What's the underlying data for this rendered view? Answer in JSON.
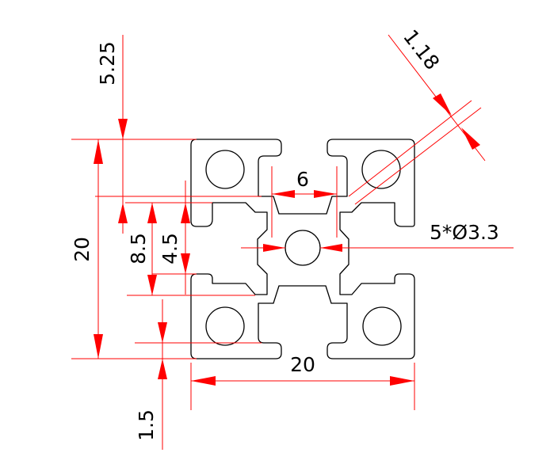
{
  "drawing": {
    "type": "aluminum extrusion profile 2020",
    "colors": {
      "dimension": "#ff0000",
      "profile": "#000000",
      "background": "#ffffff"
    },
    "dimensions": {
      "width": "20",
      "height": "20",
      "slot_opening": "6",
      "holes": "5*Ø3.3",
      "wall_thickness": "1.18",
      "slot_depth": "5.25",
      "depth_outer": "8.5",
      "depth_inner": "4.5",
      "lip": "1.5"
    }
  }
}
